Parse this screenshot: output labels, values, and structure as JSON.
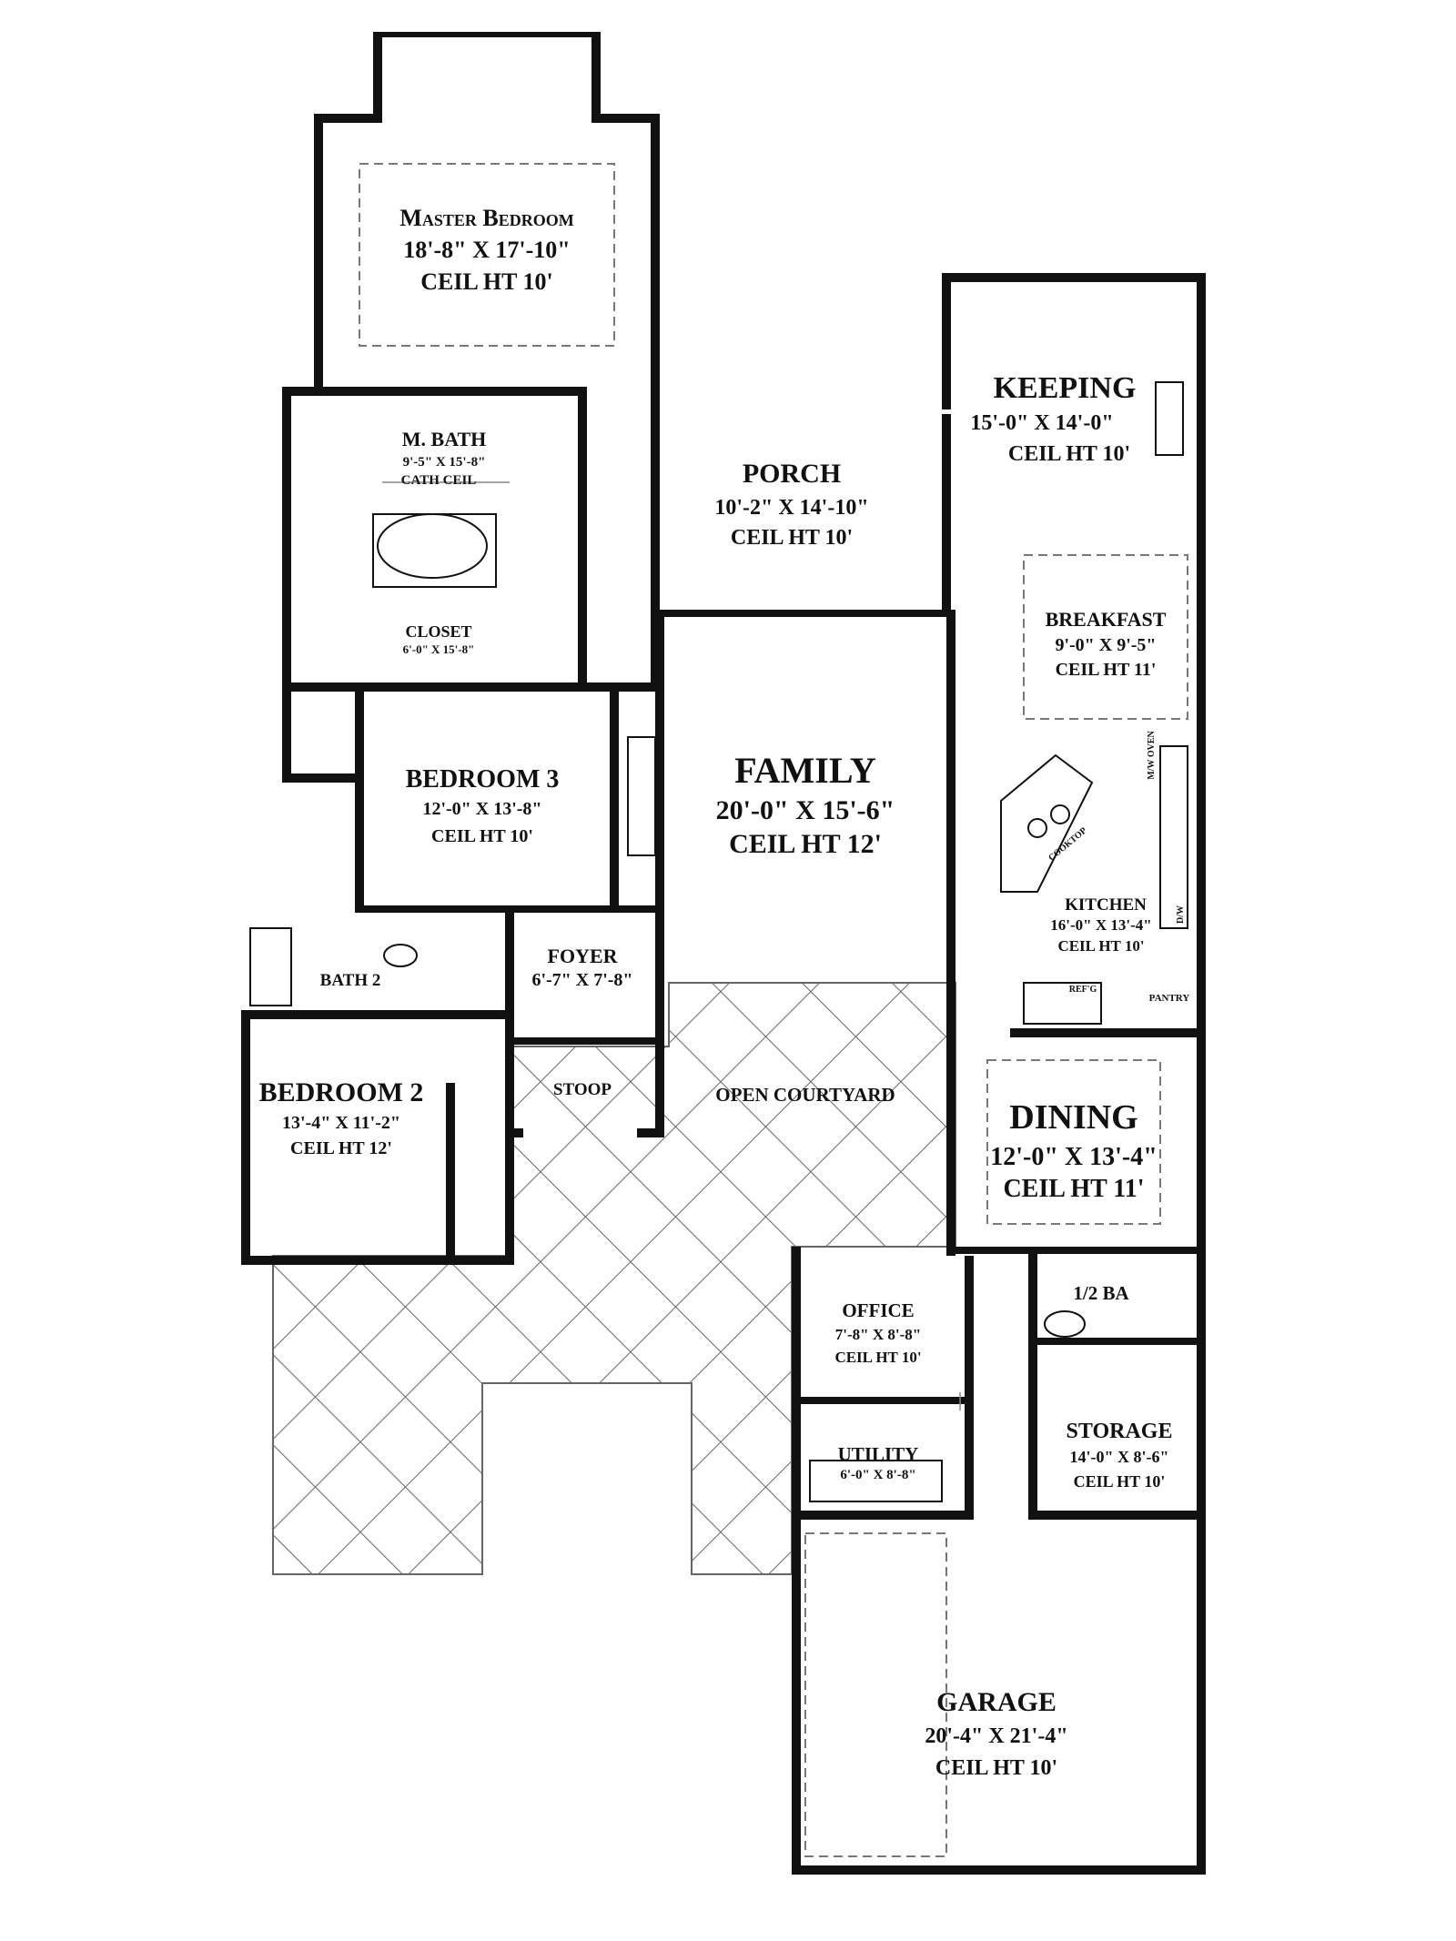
{
  "colors": {
    "wall": "#111111",
    "paving": "#666666",
    "background": "#ffffff"
  },
  "rooms": {
    "master_bedroom": {
      "name": "Master Bedroom",
      "size": "18'-8\" X 17'-10\"",
      "ceiling": "CEIL HT 10'"
    },
    "master_bath": {
      "name": "M. BATH",
      "size": "9'-5\" X 15'-8\"",
      "note": "CATH CEIL"
    },
    "closet": {
      "name": "CLOSET",
      "size": "6'-0\" X 15'-8\""
    },
    "porch": {
      "name": "PORCH",
      "size": "10'-2\" X 14'-10\"",
      "ceiling": "CEIL HT 10'"
    },
    "keeping": {
      "name": "KEEPING",
      "size": "15'-0\" X 14'-0\"",
      "ceiling": "CEIL HT 10'"
    },
    "breakfast": {
      "name": "BREAKFAST",
      "size": "9'-0\" X 9'-5\"",
      "ceiling": "CEIL HT 11'"
    },
    "family": {
      "name": "FAMILY",
      "size": "20'-0\" X 15'-6\"",
      "ceiling": "CEIL HT 12'"
    },
    "bedroom3": {
      "name": "BEDROOM 3",
      "size": "12'-0\" X 13'-8\"",
      "ceiling": "CEIL HT 10'"
    },
    "kitchen": {
      "name": "KITCHEN",
      "size": "16'-0\" X 13'-4\"",
      "ceiling": "CEIL HT 10'"
    },
    "foyer": {
      "name": "FOYER",
      "size": "6'-7\" X 7'-8\""
    },
    "bath2": {
      "name": "BATH 2"
    },
    "stoop": {
      "name": "STOOP"
    },
    "open_courtyard": {
      "name": "OPEN COURTYARD"
    },
    "bedroom2": {
      "name": "BEDROOM 2",
      "size": "13'-4\" X 11'-2\"",
      "ceiling": "CEIL HT 12'"
    },
    "dining": {
      "name": "DINING",
      "size": "12'-0\" X 13'-4\"",
      "ceiling": "CEIL HT 11'"
    },
    "office": {
      "name": "OFFICE",
      "size": "7'-8\" X 8'-8\"",
      "ceiling": "CEIL HT 10'"
    },
    "half_bath": {
      "name": "1/2 BA"
    },
    "storage": {
      "name": "STORAGE",
      "size": "14'-0\" X 8'-6\"",
      "ceiling": "CEIL HT 10'"
    },
    "utility": {
      "name": "UTILITY",
      "size": "6'-0\" X 8'-8\""
    },
    "garage": {
      "name": "GARAGE",
      "size": "20'-4\" X 21'-4\"",
      "ceiling": "CEIL HT 10'"
    }
  },
  "fixtures": {
    "cooktop": "COOKTOP",
    "mw_oven": "M/W OVEN",
    "dishwasher": "D/W",
    "refrigerator": "REF'G",
    "pantry": "PANTRY"
  }
}
